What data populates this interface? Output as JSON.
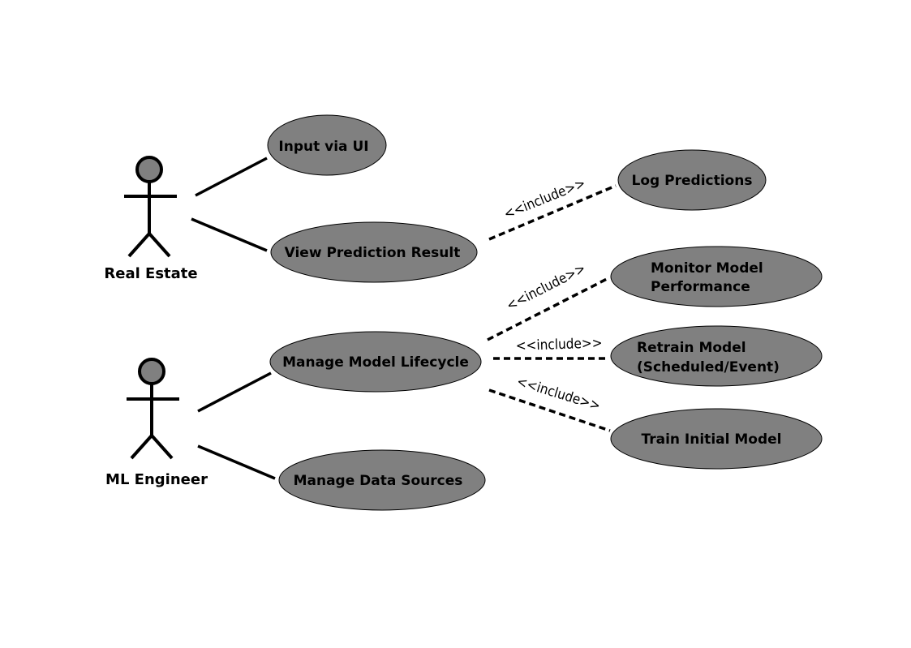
{
  "colors": {
    "ellipse_fill": "#808080",
    "stroke": "#000000",
    "background": "#ffffff"
  },
  "actors": {
    "real_estate": {
      "label": "Real Estate"
    },
    "ml_engineer": {
      "label": "ML Engineer"
    }
  },
  "use_cases": {
    "input_via_ui": {
      "label": "Input via UI"
    },
    "view_prediction": {
      "label": "View Prediction Result"
    },
    "manage_lifecycle": {
      "label": "Manage Model Lifecycle"
    },
    "manage_data": {
      "label": "Manage Data Sources"
    },
    "log_predictions": {
      "label": "Log Predictions"
    },
    "monitor_model": {
      "label_line1": "Monitor Model",
      "label_line2": "Performance"
    },
    "retrain_model": {
      "label_line1": "Retrain Model",
      "label_line2": "(Scheduled/Event)"
    },
    "train_initial": {
      "label": "Train Initial Model"
    }
  },
  "relations": {
    "include_log": {
      "label": "<<include>>"
    },
    "include_monitor": {
      "label": "<<include>>"
    },
    "include_retrain": {
      "label": "<<include>>"
    },
    "include_train": {
      "label": "<<include>>"
    }
  }
}
